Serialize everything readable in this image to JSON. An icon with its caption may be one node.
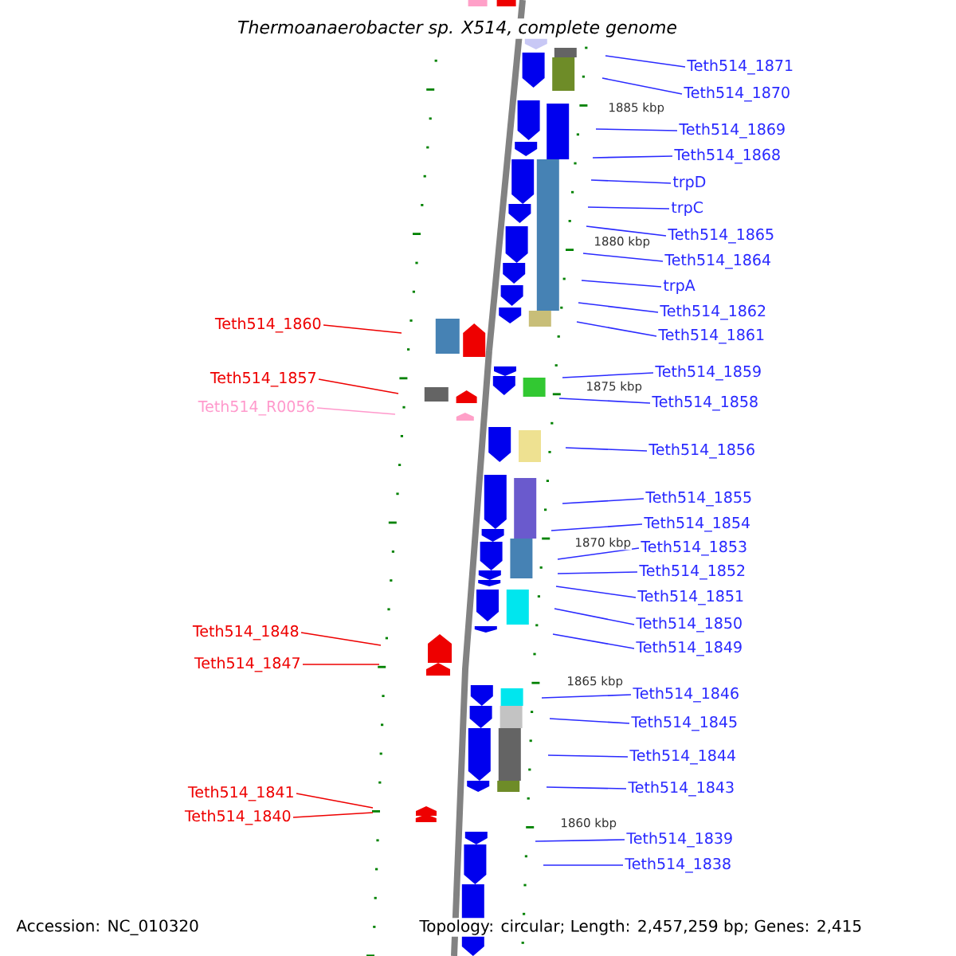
{
  "diagram": {
    "title": "Thermoanaerobacter sp. X514, complete genome",
    "nodes": [
      {
        "text": [
          "Teth514_1871"
        ]
      },
      {
        "text": [
          "Teth514_1870"
        ]
      },
      {
        "text": [
          "Teth514_1869"
        ]
      },
      {
        "text": [
          "Teth514_1868"
        ]
      },
      {
        "text": [
          "trpD"
        ]
      },
      {
        "text": [
          "trpC"
        ]
      },
      {
        "text": [
          "Teth514_1865"
        ]
      },
      {
        "text": [
          "Teth514_1864"
        ]
      },
      {
        "text": [
          "trpA"
        ]
      },
      {
        "text": [
          "Teth514_1862"
        ]
      },
      {
        "text": [
          "Teth514_1860"
        ]
      },
      {
        "text": [
          "Teth514_1861"
        ]
      },
      {
        "text": [
          "Teth514_1859"
        ]
      },
      {
        "text": [
          "Teth514_1857"
        ]
      },
      {
        "text": [
          "Teth514_1858"
        ]
      },
      {
        "text": [
          "Teth514_R0056"
        ]
      },
      {
        "text": [
          "Teth514_1856"
        ]
      },
      {
        "text": [
          "Teth514_1855"
        ]
      },
      {
        "text": [
          "Teth514_1854"
        ]
      },
      {
        "text": [
          "Teth514_1853"
        ]
      },
      {
        "text": [
          "Teth514_1852"
        ]
      },
      {
        "text": [
          "Teth514_1851"
        ]
      },
      {
        "text": [
          "Teth514_1850"
        ]
      },
      {
        "text": [
          "Teth514_1848"
        ]
      },
      {
        "text": [
          "Teth514_1849"
        ]
      },
      {
        "text": [
          "Teth514_1847"
        ]
      },
      {
        "text": [
          "Teth514_1846"
        ]
      },
      {
        "text": [
          "Teth514_1845"
        ]
      },
      {
        "text": [
          "Teth514_1844"
        ]
      },
      {
        "text": [
          "Teth514_1843"
        ]
      },
      {
        "text": [
          "Teth514_1841"
        ]
      },
      {
        "text": [
          "Teth514_1840"
        ]
      },
      {
        "text": [
          "Teth514_1839"
        ]
      },
      {
        "text": [
          "Teth514_1838"
        ]
      }
    ],
    "edges": [
      {
        "from": 0,
        "to": null,
        "arrow": "none"
      },
      {
        "from": 1,
        "to": null,
        "arrow": "none"
      },
      {
        "from": 2,
        "to": null,
        "arrow": "none"
      },
      {
        "from": 3,
        "to": null,
        "arrow": "none"
      },
      {
        "from": 4,
        "to": null,
        "arrow": "none"
      },
      {
        "from": 5,
        "to": null,
        "arrow": "none"
      },
      {
        "from": 6,
        "to": null,
        "arrow": "none"
      },
      {
        "from": 7,
        "to": null,
        "arrow": "none"
      },
      {
        "from": 8,
        "to": null,
        "arrow": "none"
      },
      {
        "from": 9,
        "to": null,
        "arrow": "none"
      },
      {
        "from": 10,
        "to": null,
        "arrow": "none",
        "color": "#ee0000"
      },
      {
        "from": 11,
        "to": null,
        "arrow": "none"
      },
      {
        "from": 12,
        "to": null,
        "arrow": "none"
      },
      {
        "from": 13,
        "to": null,
        "arrow": "none",
        "color": "#ee0000"
      },
      {
        "from": 14,
        "to": null,
        "arrow": "none"
      },
      {
        "from": 15,
        "to": null,
        "arrow": "none",
        "color": "#ff99cc"
      },
      {
        "from": 16,
        "to": null,
        "arrow": "none"
      },
      {
        "from": 17,
        "to": null,
        "arrow": "none"
      },
      {
        "from": 18,
        "to": null,
        "arrow": "none"
      },
      {
        "from": 19,
        "to": null,
        "arrow": "none"
      },
      {
        "from": 20,
        "to": null,
        "arrow": "none"
      },
      {
        "from": 21,
        "to": null,
        "arrow": "none"
      },
      {
        "from": 22,
        "to": null,
        "arrow": "none"
      },
      {
        "from": 23,
        "to": null,
        "arrow": "none",
        "color": "#ee0000"
      },
      {
        "from": 24,
        "to": null,
        "arrow": "none"
      },
      {
        "from": 25,
        "to": null,
        "arrow": "none",
        "color": "#ee0000"
      },
      {
        "from": 26,
        "to": null,
        "arrow": "none"
      },
      {
        "from": 27,
        "to": null,
        "arrow": "none"
      },
      {
        "from": 28,
        "to": null,
        "arrow": "none"
      },
      {
        "from": 29,
        "to": null,
        "arrow": "none"
      },
      {
        "from": 30,
        "to": null,
        "arrow": "none",
        "color": "#ee0000"
      },
      {
        "from": 31,
        "to": null,
        "arrow": "none",
        "color": "#ee0000"
      },
      {
        "from": 32,
        "to": null,
        "arrow": "none"
      },
      {
        "from": 33,
        "to": null,
        "arrow": "none"
      }
    ],
    "labels": [
      "1885 kbp",
      "1880 kbp",
      "1875 kbp",
      "1870 kbp",
      "1865 kbp",
      "1860 kbp",
      "Accession: NC_010320",
      "Topology: circular; Length: 2,457,259 bp; Genes: 2,415"
    ]
  }
}
